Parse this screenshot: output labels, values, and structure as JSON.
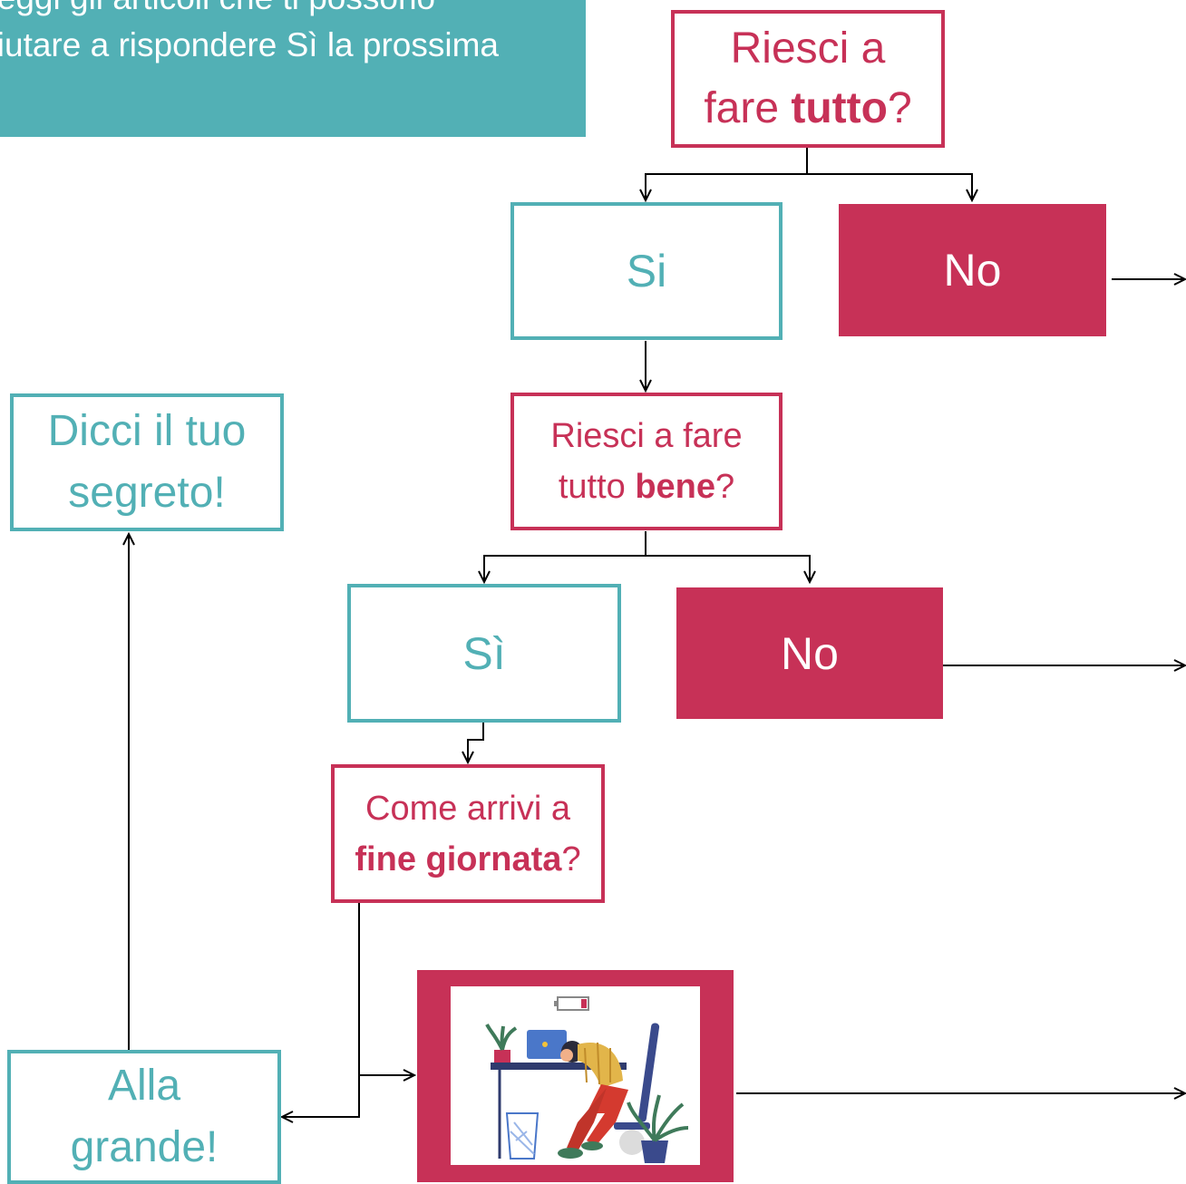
{
  "intro": {
    "line1": "Leggi gli articoli che ti possono",
    "line2": "aiutare a rispondere Sì la prossima"
  },
  "q1": {
    "line1": "Riesci a",
    "line2_pre": "fare ",
    "line2_bold": "tutto",
    "line2_post": "?"
  },
  "a1_yes": "Si",
  "a1_no": "No",
  "q2": {
    "line1": "Riesci a fare",
    "line2_pre": "tutto ",
    "line2_bold": "bene",
    "line2_post": "?"
  },
  "a2_yes": "Sì",
  "a2_no": "No",
  "q3": {
    "line1": "Come arrivi a",
    "line2_bold": "fine giornata",
    "line2_post": "?"
  },
  "secret": {
    "line1": "Dicci il tuo",
    "line2": "segreto!"
  },
  "great": {
    "line1": "Alla",
    "line2": "grande!"
  },
  "colors": {
    "accent_red": "#c73157",
    "accent_teal": "#52b0b5"
  },
  "illustration": {
    "icon": "exhausted-at-desk-illustration"
  }
}
